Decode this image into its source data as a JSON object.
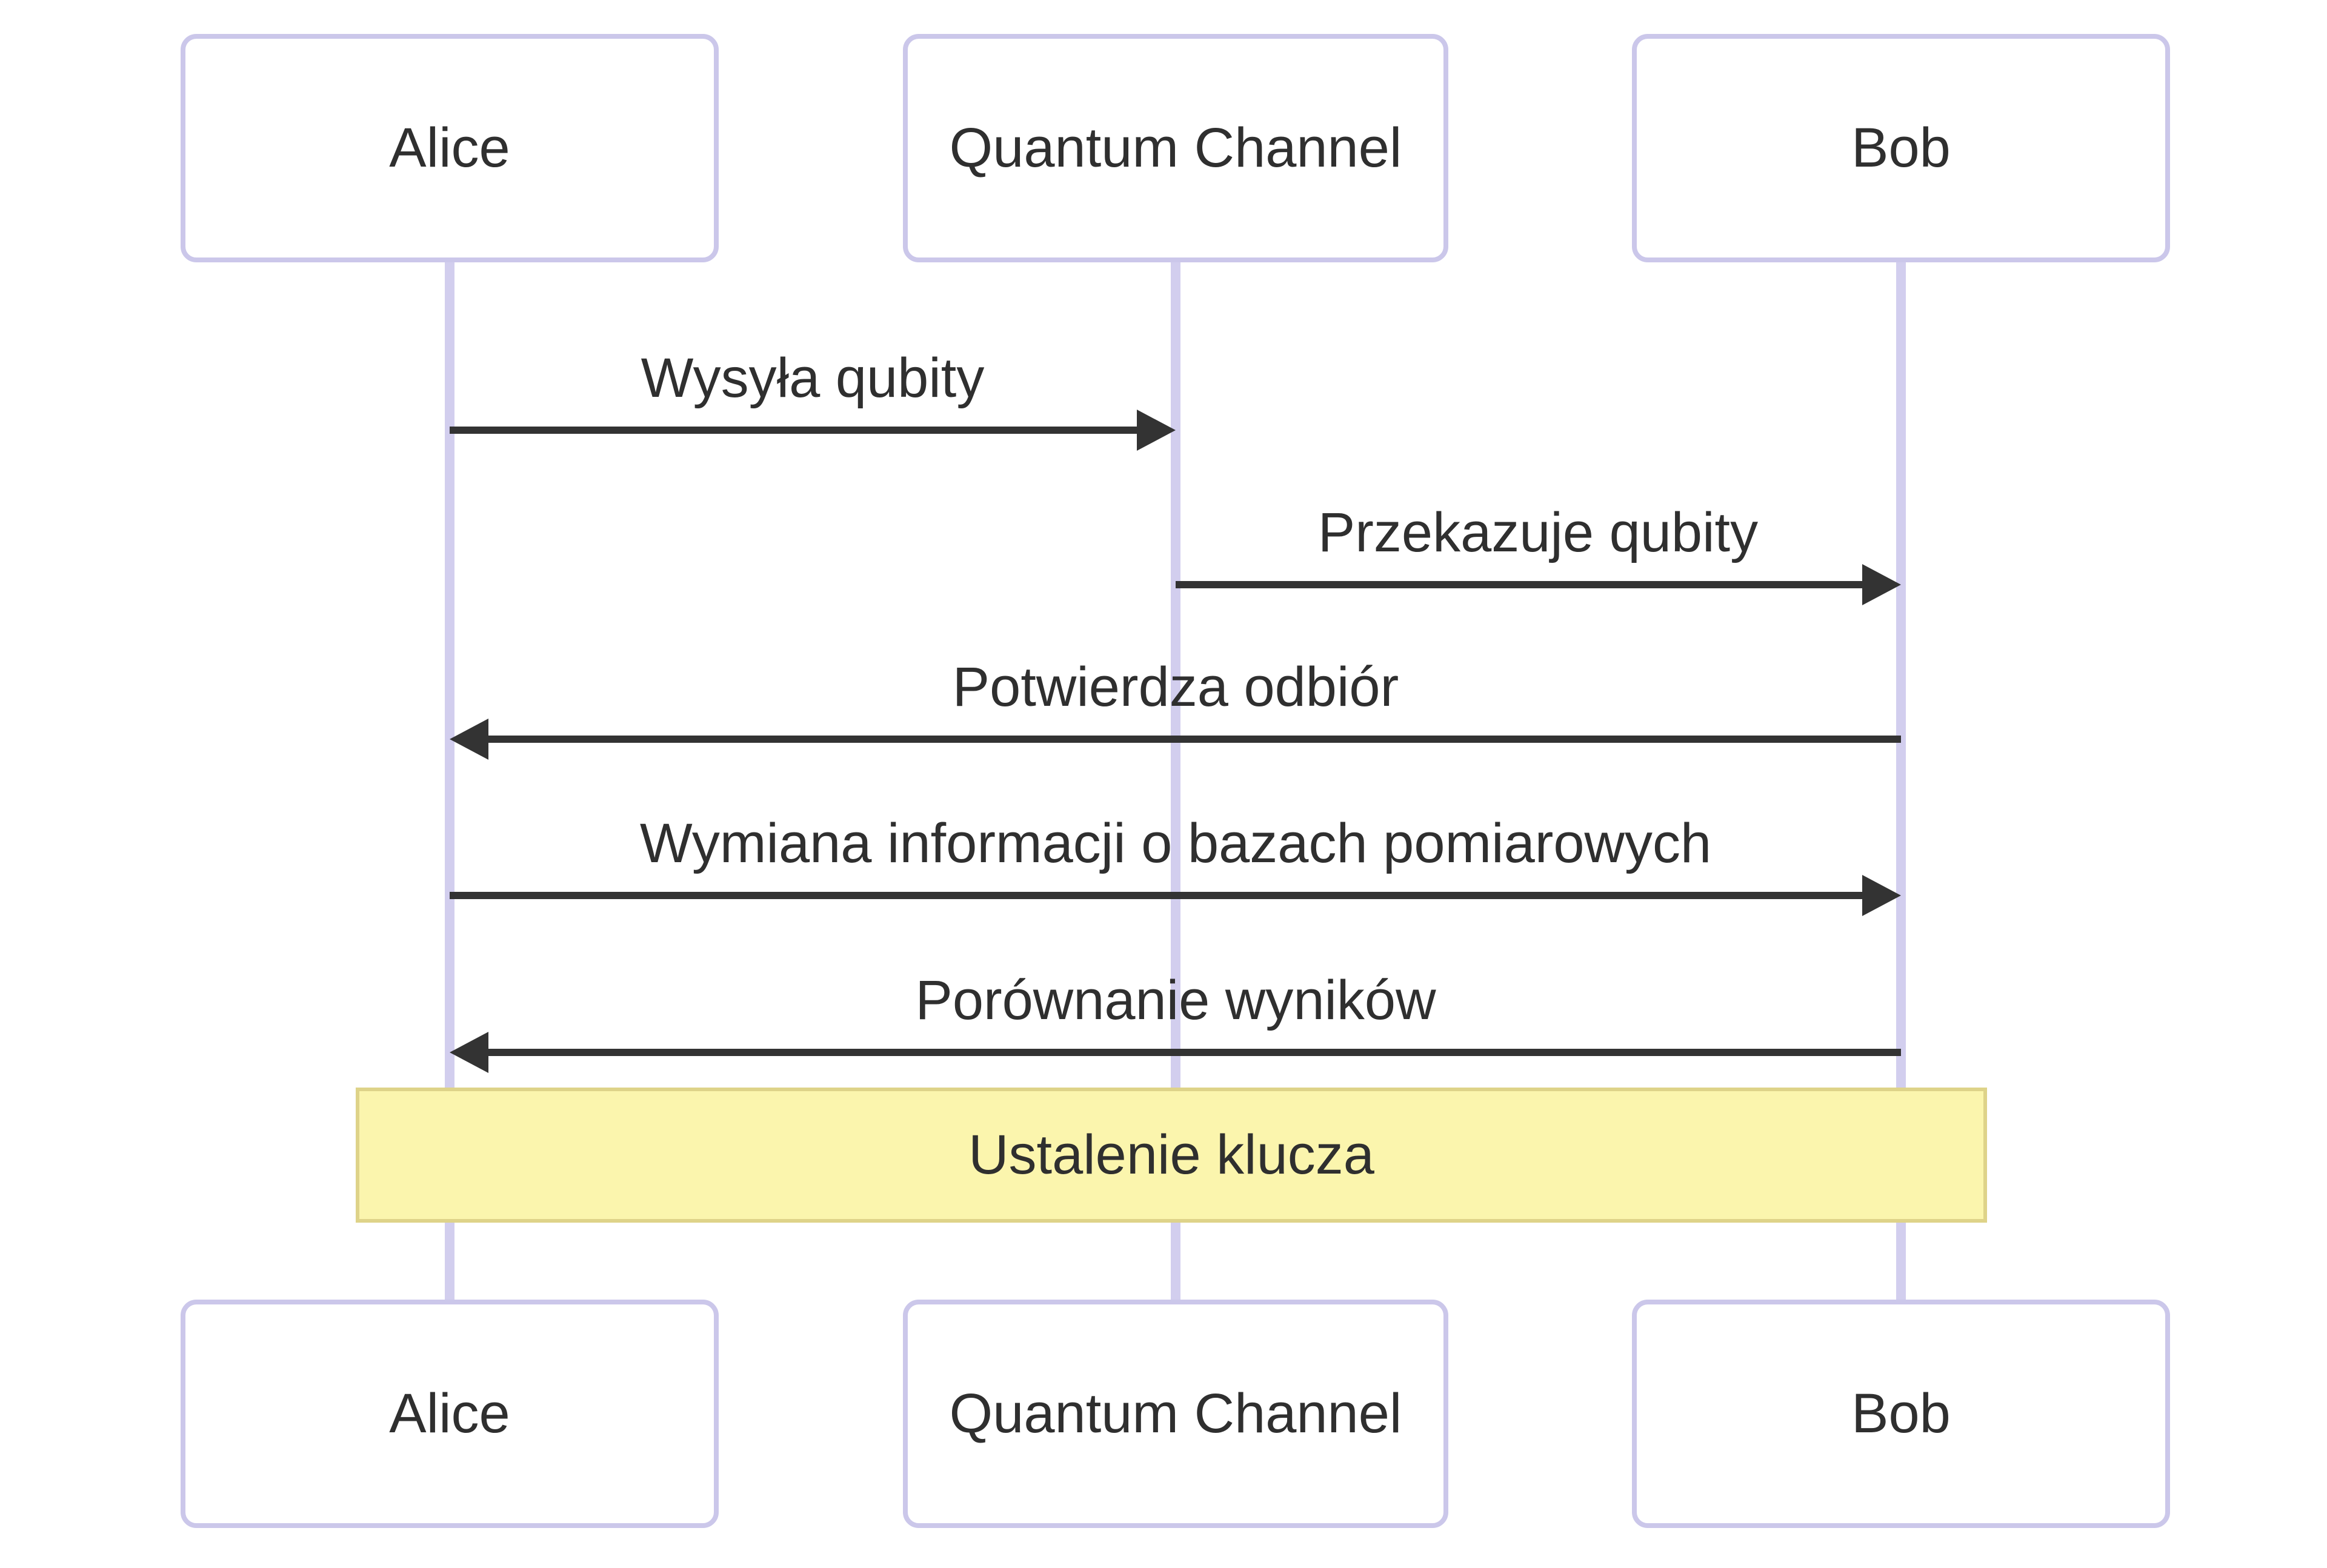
{
  "diagram": {
    "type": "sequence",
    "actors": [
      {
        "id": "alice",
        "label": "Alice"
      },
      {
        "id": "qc",
        "label": "Quantum Channel"
      },
      {
        "id": "bob",
        "label": "Bob"
      }
    ],
    "messages": [
      {
        "from": "alice",
        "to": "qc",
        "label": "Wysyła qubity",
        "arrow": "solid-filled-head"
      },
      {
        "from": "qc",
        "to": "bob",
        "label": "Przekazuje qubity",
        "arrow": "solid-filled-head"
      },
      {
        "from": "bob",
        "to": "alice",
        "label": "Potwierdza odbiór",
        "arrow": "solid-filled-head"
      },
      {
        "from": "alice",
        "to": "bob",
        "label": "Wymiana informacji o bazach pomiarowych",
        "arrow": "solid-filled-head"
      },
      {
        "from": "bob",
        "to": "alice",
        "label": "Porównanie wyników",
        "arrow": "solid-filled-head"
      }
    ],
    "note": {
      "label": "Ustalenie klucza",
      "over": [
        "alice",
        "bob"
      ]
    },
    "colors": {
      "background": "#ffffff",
      "actor_fill": "#ffffff",
      "actor_border": "#cbc7ea",
      "lifeline": "#d2ceee",
      "arrow": "#333333",
      "text": "#2f2f2f",
      "note_fill": "#fbf5ad",
      "note_border": "#ded389"
    }
  }
}
